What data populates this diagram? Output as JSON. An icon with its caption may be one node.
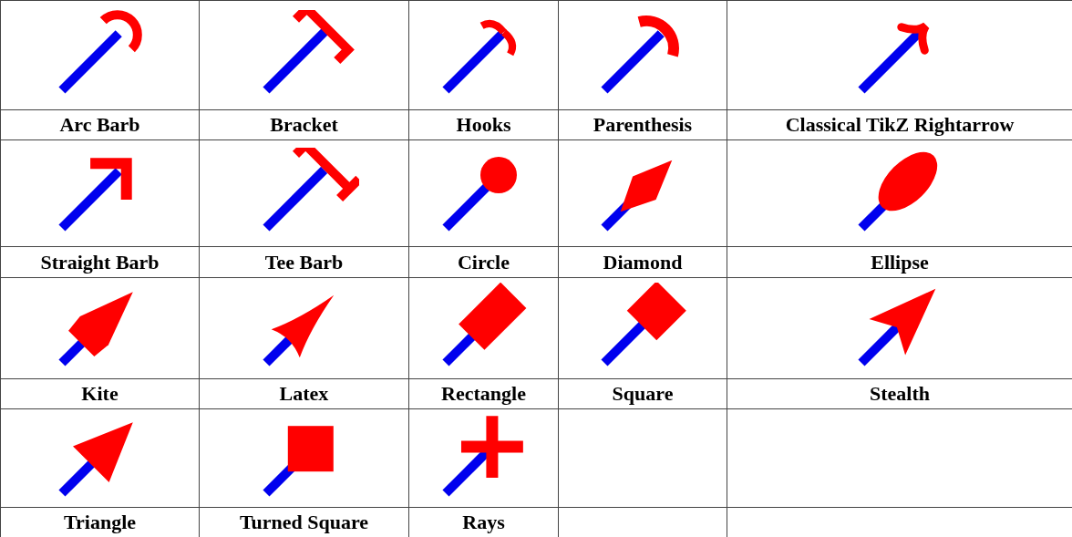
{
  "diagram": {
    "labels": [
      "Arc Barb",
      "Bracket",
      "Hooks",
      "Parenthesis",
      "Classical TikZ Rightarrow",
      "Straight Barb",
      "Tee Barb",
      "Circle",
      "Diamond",
      "Ellipse",
      "Kite",
      "Latex",
      "Rectangle",
      "Square",
      "Stealth",
      "Triangle",
      "Turned Square",
      "Rays"
    ]
  }
}
